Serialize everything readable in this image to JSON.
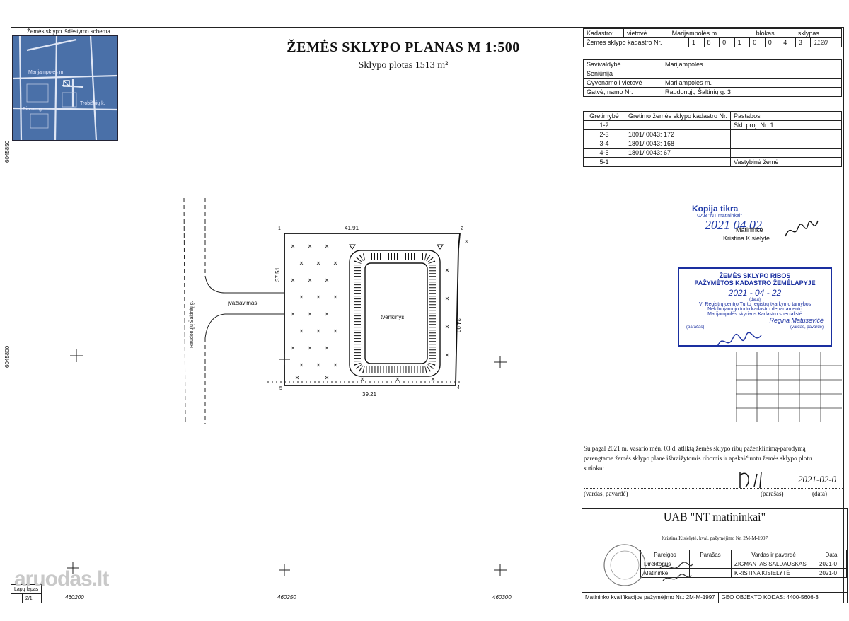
{
  "scheme": {
    "title": "Žemės sklypo išdėstymo schema",
    "labels": [
      "Marijampolės m.",
      "Trobiškių k.",
      "Pinsko g."
    ]
  },
  "plan": {
    "title": "ŽEMĖS SKLYPO PLANAS M 1:500",
    "area": "Sklypo plotas 1513 m²",
    "street_label": "Raudonųjų Šaltinių g.",
    "entrance_label": "įvažiavimas",
    "pond_label": "tvenkinys",
    "dim_top": "41.91",
    "dim_bottom": "39.21",
    "dim_left": "37.51",
    "dim_right": "34.99",
    "points": [
      "1",
      "2",
      "3",
      "4",
      "5"
    ]
  },
  "coords": {
    "left_top": "6045850",
    "left_mid": "6045800",
    "bottom": [
      "460200",
      "460250",
      "460300"
    ]
  },
  "cadastre": {
    "r1": [
      "Kadastro:",
      "vietovė",
      "Marijampolės m.",
      "blokas",
      "sklypas"
    ],
    "r2_label": "Žemės sklypo kadastro Nr.",
    "r2_digits": [
      "1",
      "8",
      "0",
      "1",
      "0",
      "0",
      "4",
      "3"
    ],
    "r2_hand": "1120"
  },
  "location": [
    [
      "Savivaldybė",
      "Marijampolės"
    ],
    [
      "Seniūnija",
      ""
    ],
    [
      "Gyvenamoji vietovė",
      "Marijampolės m."
    ],
    [
      "Gatvė, namo Nr.",
      "Raudonųjų Šaltinių g. 3"
    ]
  ],
  "neighbors": {
    "headers": [
      "Gretimybė",
      "Gretimo žemės sklypo kadastro Nr.",
      "Pastabos"
    ],
    "rows": [
      [
        "1-2",
        "",
        "Skl. proj. Nr. 1"
      ],
      [
        "2-3",
        "1801/ 0043: 172",
        ""
      ],
      [
        "3-4",
        "1801/ 0043: 168",
        ""
      ],
      [
        "4-5",
        "1801/ 0043: 67",
        ""
      ],
      [
        "5-1",
        "",
        "Vastybinė žemė"
      ]
    ]
  },
  "copy_stamp": {
    "line1": "Kopija tikra",
    "line2": "UAB \"NT matininkai\"",
    "date": "2021 04 02",
    "role": "Matininkė",
    "name": "Kristina Kisielytė"
  },
  "registry_stamp": {
    "l1": "ŽEMĖS SKLYPO RIBOS",
    "l2": "PAŽYMĖTOS KADASTRO ŽEMĖLAPYJE",
    "date": "2021 - 04 - 22",
    "date_caption": "(data)",
    "l3": "VĮ Registrų centro Turto registrų tvarkymo tarnybos",
    "l4": "Nekilnojamojo turto kadastro departamento",
    "l5": "Marijampolės skyriaus Kadastro specialistė",
    "name": "Regina Matusevičė",
    "caption_sign": "(parašas)",
    "caption_name": "(vardas, pavardė)"
  },
  "agreement": {
    "l1": "Su pagal 2021 m. vasario mėn. 03 d. atliktą žemės sklypo ribų paženklinimą-parodymą",
    "l2": "parengtame žemės sklypo plane išbraižytomis ribomis ir apskaičiuotu žemės sklypo plotu",
    "l3": "sutinku:",
    "date_hand": "2021-02-0",
    "captions": [
      "(vardas, pavardė)",
      "(parašas)",
      "(data)"
    ]
  },
  "company": {
    "name": "UAB \"NT matininkai\"",
    "sub": "Kristina Kisielytė, kval. pažymėjimo Nr. 2M-M-1997",
    "headers": [
      "Pareigos",
      "Parašas",
      "Vardas ir pavardė",
      "Data"
    ],
    "rows": [
      [
        "Direktorius",
        "",
        "ZIGMANTAS SALDAUSKAS",
        "2021-0"
      ],
      [
        "Matininkė",
        "",
        "KRISTINA KISIELYTĖ",
        "2021-0"
      ]
    ],
    "footer_left": "Matininko kvalifikacijos pažymėjimo Nr.: 2M-M-1997",
    "footer_right": "GEO OBJEKTO KODAS: 4400-5606-3"
  },
  "corner": {
    "label": "Lapų lapas",
    "value": "2/1"
  },
  "watermark": "aruodas.lt"
}
